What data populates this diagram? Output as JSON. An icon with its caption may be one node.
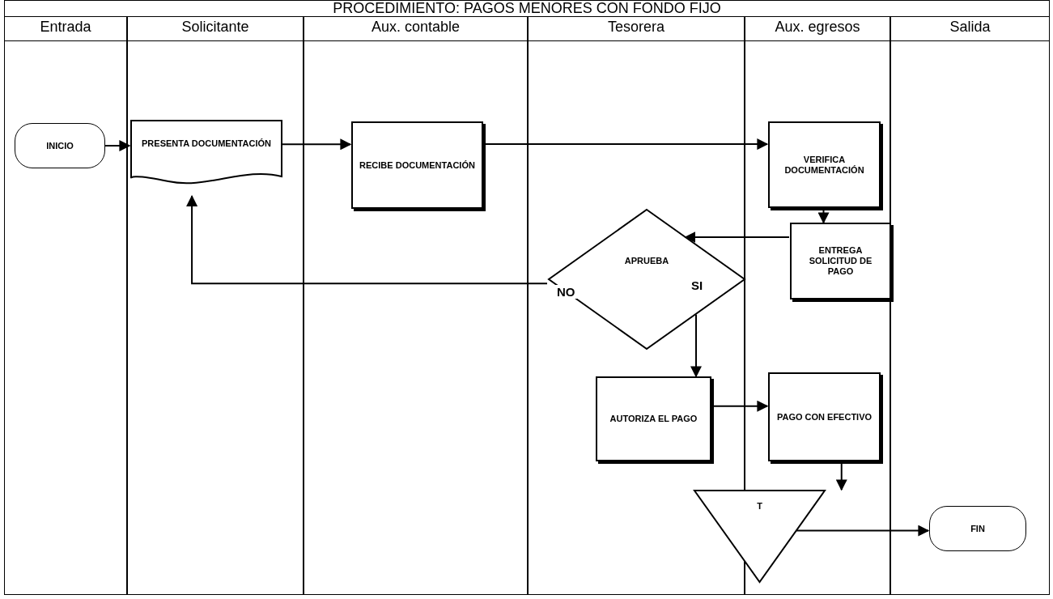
{
  "diagram": {
    "title": "PROCEDIMIENTO: PAGOS MENORES CON FONDO FIJO",
    "nodes": [
      {
        "text": [
          "Entrada"
        ]
      },
      {
        "text": [
          "Solicitante"
        ]
      },
      {
        "text": [
          "Aux. contable"
        ]
      },
      {
        "text": [
          "Tesorera"
        ]
      },
      {
        "text": [
          "Aux. egresos"
        ]
      },
      {
        "text": [
          "Salida"
        ]
      },
      {
        "text": [
          "INICIO"
        ],
        "in": 0
      },
      {
        "text": [
          "PRESENTA DOCUMENTACIÓN"
        ],
        "in": 1
      },
      {
        "text": [
          "RECIBE DOCUMENTACIÓN"
        ],
        "in": 2
      },
      {
        "text": [
          "VERIFICA DOCUMENTACIÓN"
        ],
        "in": 4
      },
      {
        "text": [
          "ENTREGA SOLICITUD DE PAGO"
        ],
        "in": 4
      },
      {
        "text": [
          "APRUEBA"
        ],
        "in": 3
      },
      {
        "text": [
          "AUTORIZA EL PAGO"
        ],
        "in": 3
      },
      {
        "text": [
          "PAGO CON EFECTIVO"
        ],
        "in": 4
      },
      {
        "text": [
          "T"
        ]
      },
      {
        "text": [
          "FIN"
        ],
        "in": 5
      }
    ],
    "edges": [
      {
        "from": 6,
        "to": 7,
        "arrow": "to"
      },
      {
        "from": 7,
        "to": 8,
        "arrow": "to"
      },
      {
        "from": 8,
        "to": 9,
        "arrow": "to"
      },
      {
        "from": 9,
        "to": 10,
        "arrow": "to"
      },
      {
        "from": 10,
        "to": 11,
        "arrow": "to"
      },
      {
        "from": 11,
        "to": 7,
        "label": "NO",
        "arrow": "to"
      },
      {
        "from": 11,
        "to": 12,
        "label": "SI",
        "arrow": "to"
      },
      {
        "from": 12,
        "to": 13,
        "arrow": "to"
      },
      {
        "from": 13,
        "to": 14,
        "arrow": "to"
      },
      {
        "from": 14,
        "to": 15,
        "arrow": "to"
      }
    ]
  }
}
